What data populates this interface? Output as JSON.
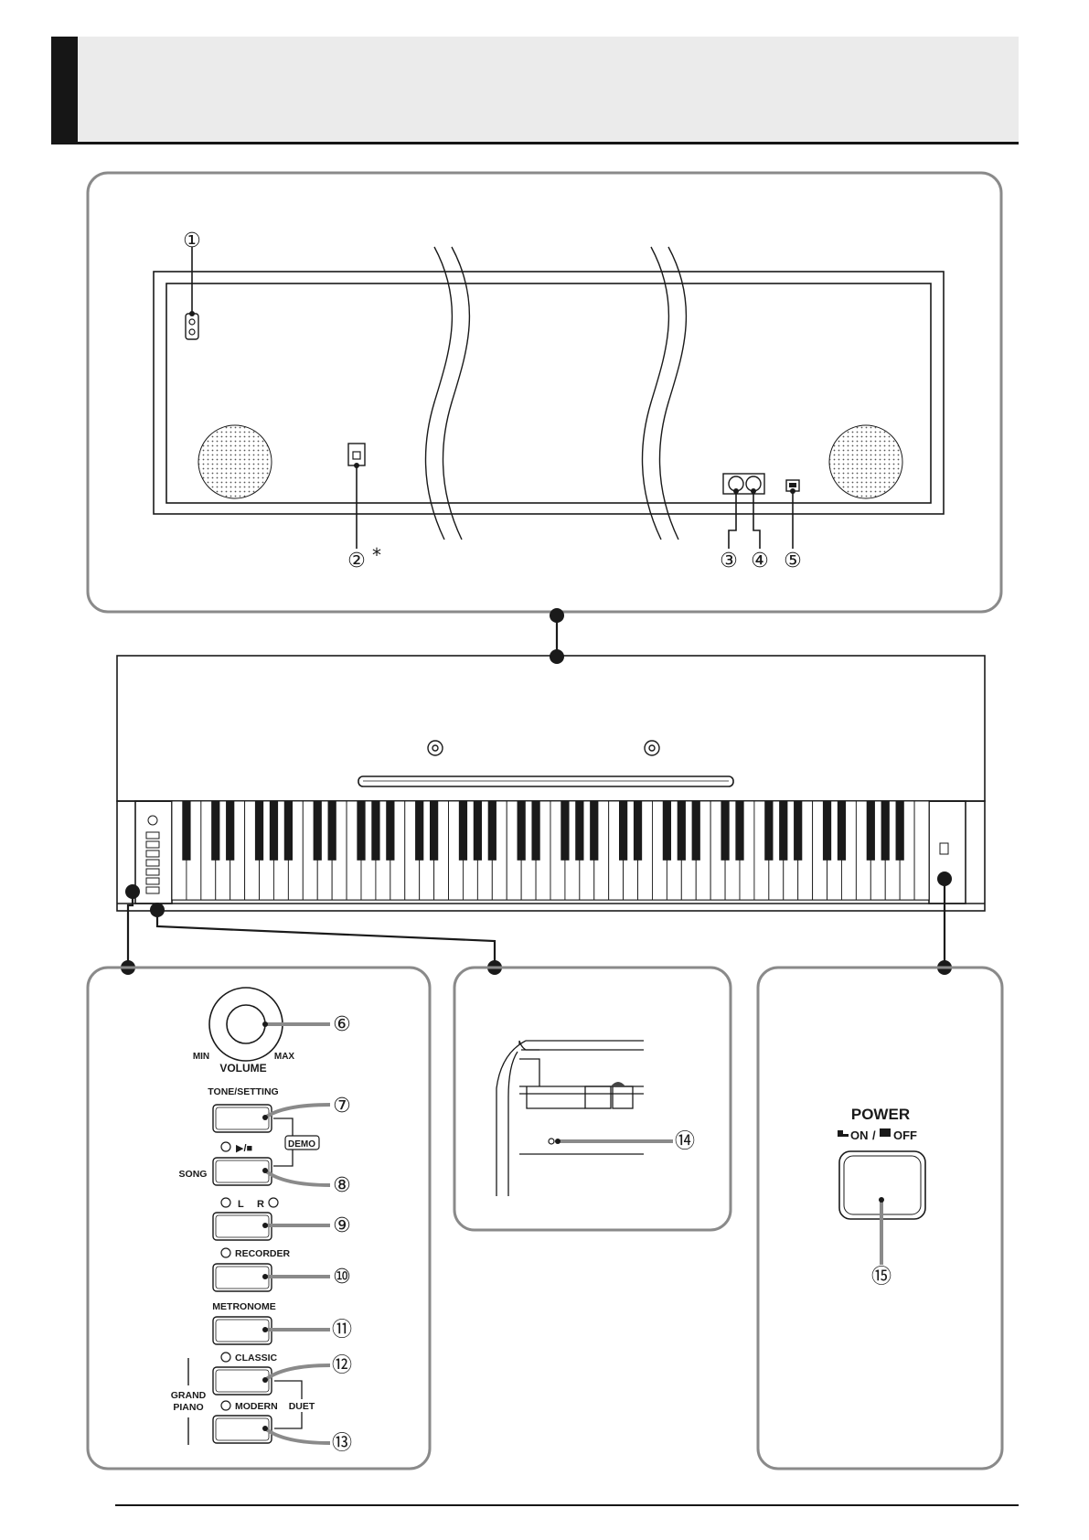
{
  "header": {
    "title": ""
  },
  "callouts": {
    "c1": "①",
    "c2": "②",
    "c2_asterisk": "*",
    "c3": "③",
    "c4": "④",
    "c5": "⑤",
    "c6": "⑥",
    "c7": "⑦",
    "c8": "⑧",
    "c9": "⑨",
    "c10": "⑩",
    "c11": "⑪",
    "c12": "⑫",
    "c13": "⑬",
    "c14": "⑭",
    "c15": "⑮"
  },
  "controls": {
    "volume": {
      "title": "VOLUME",
      "min": "MIN",
      "max": "MAX"
    },
    "tone_setting": "TONE/SETTING",
    "demo": "DEMO",
    "play_stop": "▶/■",
    "song": "SONG",
    "left": "L",
    "right": "R",
    "recorder": "RECORDER",
    "metronome": "METRONOME",
    "classic": "CLASSIC",
    "modern": "MODERN",
    "grand": "GRAND",
    "piano": "PIANO",
    "duet": "DUET"
  },
  "power": {
    "title": "POWER",
    "on": "ON",
    "slash": "/",
    "off": "OFF"
  },
  "colors": {
    "ink": "#1a1a1a",
    "panel_border": "#8a8a8a",
    "header_band": "#ebebeb"
  }
}
